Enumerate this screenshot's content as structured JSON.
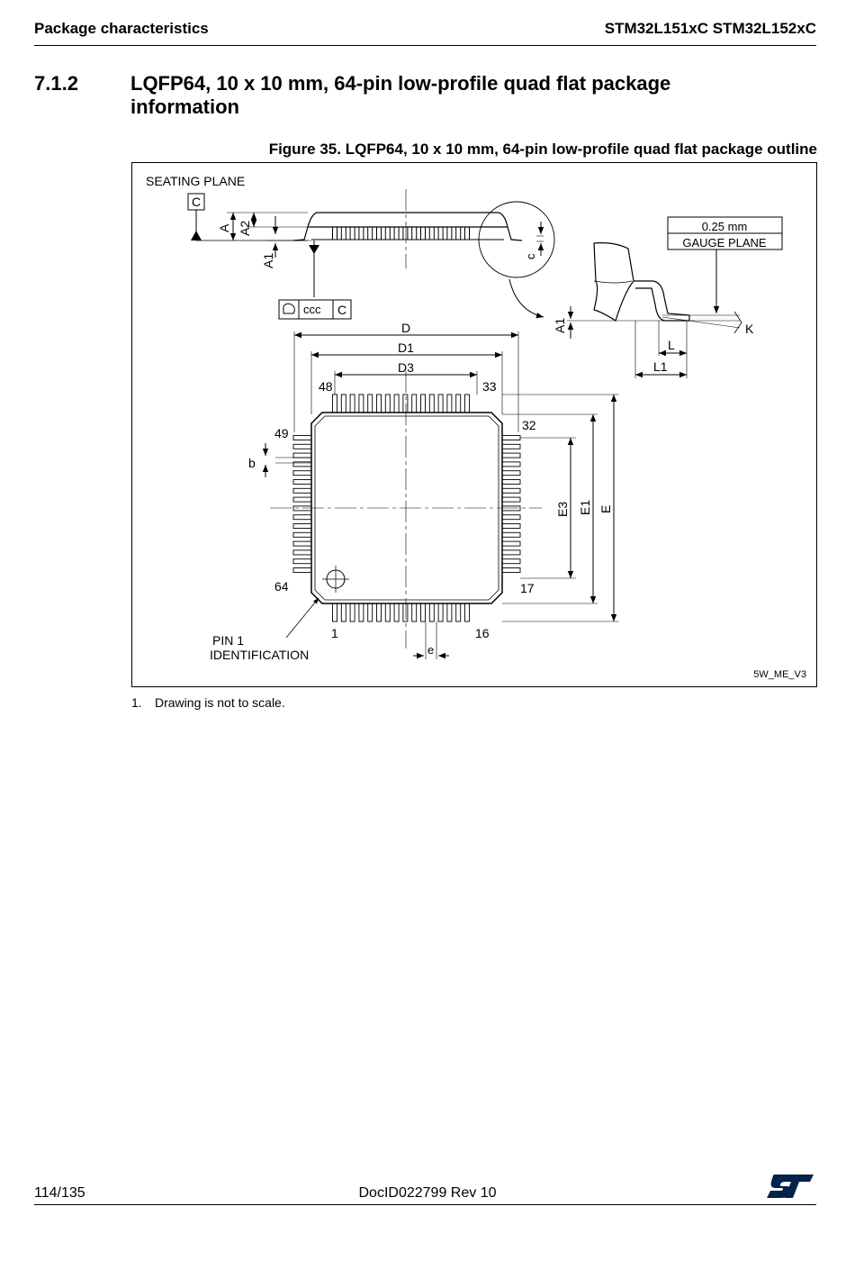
{
  "header": {
    "left": "Package characteristics",
    "right": "STM32L151xC STM32L152xC"
  },
  "section": {
    "number": "7.1.2",
    "title": "LQFP64, 10 x 10 mm, 64-pin low-profile quad flat package information"
  },
  "figure": {
    "caption": "Figure 35. LQFP64, 10 x 10 mm, 64-pin low-profile quad flat package outline",
    "labels": {
      "seating_plane": "SEATING PLANE",
      "datum_c": "C",
      "a": "A",
      "a2": "A2",
      "a1": "A1",
      "c": "c",
      "ccc": "ccc",
      "ccc_ref": "C",
      "gauge_value": "0.25 mm",
      "gauge_plane": "GAUGE PLANE",
      "a1_detail": "A1",
      "k": "K",
      "l": "L",
      "l1": "L1",
      "d": "D",
      "d1": "D1",
      "d3": "D3",
      "pin48": "48",
      "pin33": "33",
      "pin32": "32",
      "pin49": "49",
      "pin64": "64",
      "pin17": "17",
      "pin1": "1",
      "pin16": "16",
      "b": "b",
      "e": "e",
      "e1": "E1",
      "e3": "E3",
      "e_big": "E",
      "pin1_id_line1": "PIN 1",
      "pin1_id_line2": "IDENTIFICATION",
      "code": "5W_ME_V3"
    }
  },
  "note": {
    "number": "1.",
    "text": "Drawing is not to scale."
  },
  "footer": {
    "page": "114/135",
    "doc": "DocID022799 Rev 10"
  },
  "logo": {
    "name": "st-logo",
    "color": "#03234b"
  }
}
